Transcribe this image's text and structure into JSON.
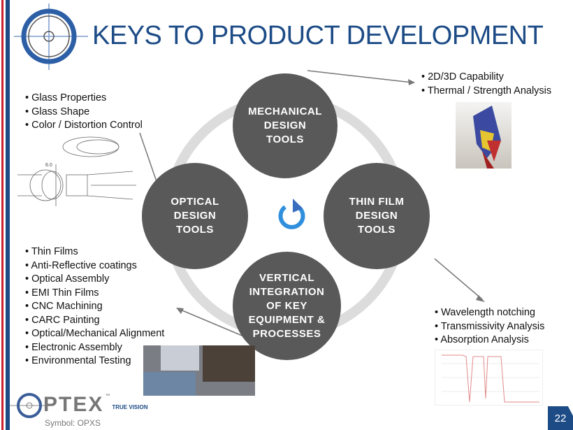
{
  "title": "KEYS TO PRODUCT DEVELOPMENT",
  "nodes": {
    "mechanical": "MECHANICAL DESIGN TOOLS",
    "optical": "OPTICAL DESIGN TOOLS",
    "thinfilm": "THIN FILM DESIGN TOOLS",
    "vertical": "VERTICAL INTEGRATION OF KEY EQUIPMENT & PROCESSES"
  },
  "mechanical_bullets": [
    "2D/3D Capability",
    "Thermal / Strength Analysis"
  ],
  "optical_bullets": [
    "Glass Properties",
    "Glass Shape",
    "Color / Distortion Control"
  ],
  "vertical_bullets": [
    "Thin Films",
    "Anti-Reflective coatings",
    "Optical Assembly",
    "EMI Thin Films",
    "CNC Machining",
    "CARC Painting",
    "Optical/Mechanical Alignment",
    "Electronic Assembly",
    "Environmental Testing"
  ],
  "thinfilm_bullets": [
    "Wavelength notching",
    "Transmissivity Analysis",
    "Absorption Analysis"
  ],
  "lens_dim": "6.0",
  "logo": {
    "name": "PTEX",
    "tm": "™",
    "tagline": "TRUE VISION"
  },
  "symbol": "Symbol:  OPXS",
  "page_number": "22",
  "colors": {
    "brand": "#1c4b86",
    "accent": "#c8202f",
    "node": "#595959",
    "cycle": "#2f8fdc"
  }
}
